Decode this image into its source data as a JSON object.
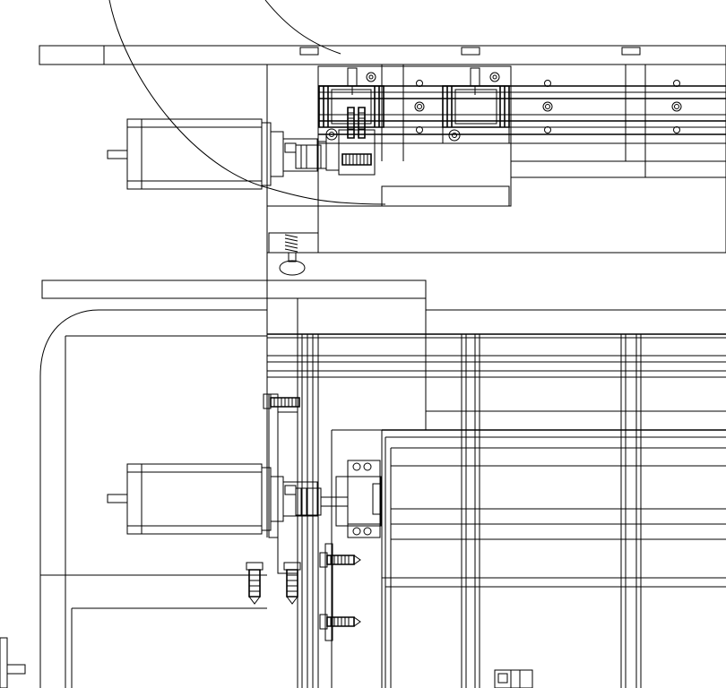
{
  "drawing": {
    "type": "mechanical-cad-drawing",
    "background": "#ffffff",
    "line_color": "#000000",
    "components": [
      "stepper-motor-upper",
      "stepper-motor-lower",
      "shaft-coupling-upper",
      "shaft-coupling-lower",
      "linear-rail-carriage",
      "swing-arc",
      "mounting-screws",
      "side-plate",
      "frame-columns"
    ]
  }
}
